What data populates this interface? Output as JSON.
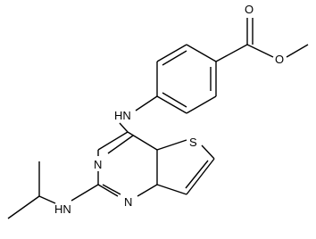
{
  "labels": {
    "carbonyl_o": "O",
    "ester_o": "O",
    "aniline_nh": "HN",
    "thiophene_s": "S",
    "pyrimidine_n3": "N",
    "pyrimidine_n1": "N",
    "isopropyl_nh": "HN"
  }
}
